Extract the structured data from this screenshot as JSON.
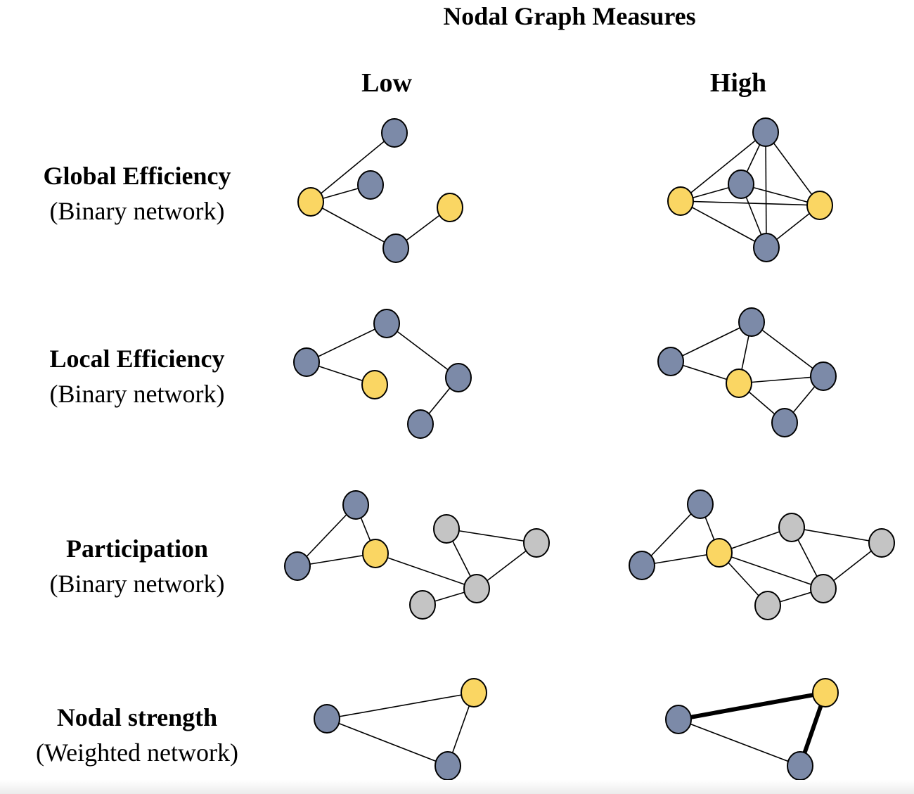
{
  "title": "Nodal Graph Measures",
  "columns": {
    "low": "Low",
    "high": "High"
  },
  "rows": [
    {
      "name": "Global Efficiency",
      "sub": "(Binary network)"
    },
    {
      "name": "Local Efficiency",
      "sub": "(Binary network)"
    },
    {
      "name": "Participation",
      "sub": "(Binary network)"
    },
    {
      "name": "Nodal strength",
      "sub": "(Weighted network)"
    }
  ],
  "colors": {
    "blue_node": "#7c8aa8",
    "yellow_node": "#fad663",
    "gray_node": "#c4c4c4",
    "edge": "#000000"
  }
}
